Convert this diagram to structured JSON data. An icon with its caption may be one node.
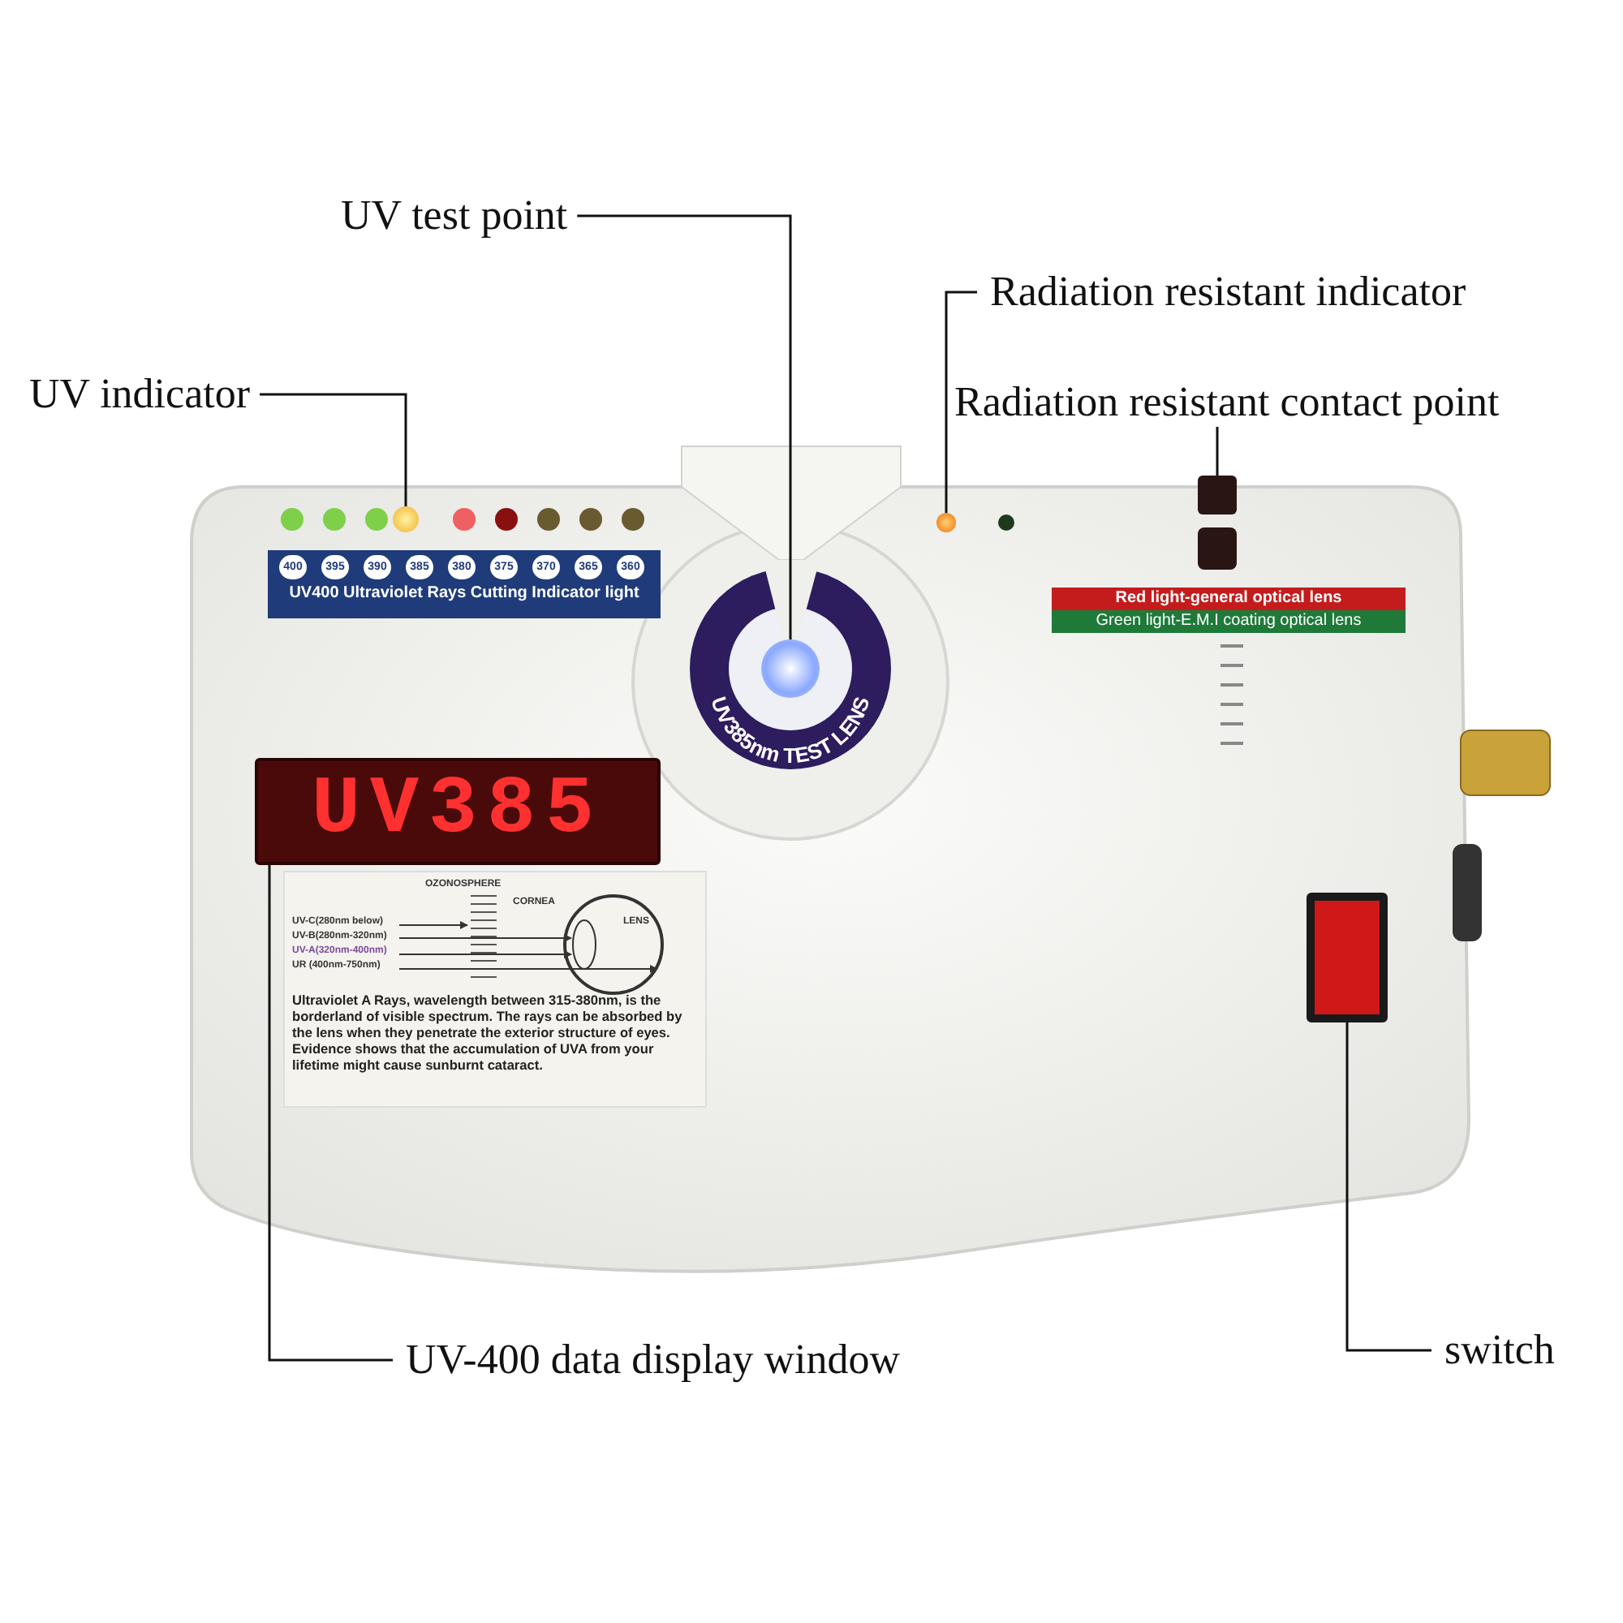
{
  "diagram": {
    "nodes": [
      {
        "text": [
          "UV indicator"
        ]
      },
      {
        "text": [
          "UV test point"
        ]
      },
      {
        "text": [
          "Radiation resistant indicator"
        ]
      },
      {
        "text": [
          "Radiation resistant contact point"
        ]
      },
      {
        "text": [
          "UV-400 data display window"
        ]
      },
      {
        "text": [
          "switch"
        ]
      },
      {
        "text": [],
        "shape": "circle"
      },
      {
        "text": [],
        "shape": "circle"
      },
      {
        "text": [],
        "shape": "circle"
      },
      {
        "text": [],
        "shape": "box"
      },
      {
        "text": [],
        "shape": "box"
      },
      {
        "text": [],
        "shape": "box"
      }
    ],
    "edges": [
      {
        "from": 0,
        "to": 6,
        "arrow": "none"
      },
      {
        "from": 1,
        "to": 7,
        "arrow": "none"
      },
      {
        "from": 2,
        "to": 8,
        "arrow": "none"
      },
      {
        "from": 3,
        "to": 9,
        "arrow": "none"
      },
      {
        "from": 4,
        "to": 10,
        "arrow": "none"
      },
      {
        "from": 5,
        "to": 11,
        "arrow": "none"
      }
    ],
    "labels": [
      "400",
      "395",
      "390",
      "385",
      "380",
      "375",
      "370",
      "365",
      "360",
      "UV400 Ultraviolet Rays Cutting Indicator light",
      "UV385nm TEST LENS",
      "Red light-general optical lens",
      "Green light-E.M.I coating optical lens",
      "UV385",
      "OZONOSPHERE",
      "CORNEA",
      "UV-C(280nm below)",
      "LENS",
      "UV-B(280nm-320nm)",
      "UV-A(320nm-400nm)",
      "UR (400nm-750nm)",
      "Ultraviolet A Rays, wavelength between 315-380nm, is the borderland of visible spectrum. The rays can be absorbed by the lens when they penetrate the exterior structure of eyes. Evidence shows that the accumulation of UVA from your lifetime might cause sunburnt cataract."
    ]
  }
}
